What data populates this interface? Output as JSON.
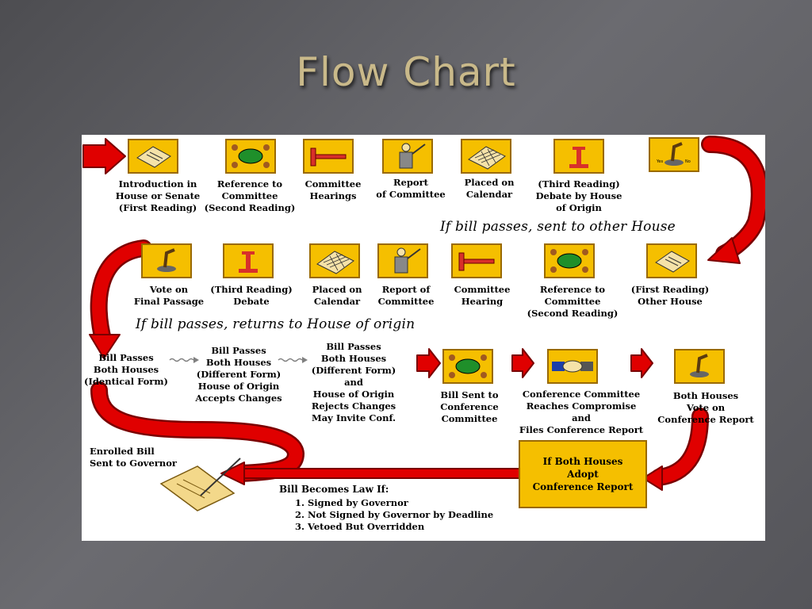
{
  "slide": {
    "title": "Flow Chart"
  },
  "row1": {
    "steps": [
      {
        "lines": [
          "Introduction in",
          "House or Senate",
          "(First Reading)"
        ],
        "icon": "document-icon"
      },
      {
        "lines": [
          "Reference to",
          "Committee",
          "(Second Reading)"
        ],
        "icon": "meeting-table-icon"
      },
      {
        "lines": [
          "Committee",
          "Hearings"
        ],
        "icon": "gavel-icon"
      },
      {
        "lines": [
          "Report",
          "of Committee"
        ],
        "icon": "presenter-icon"
      },
      {
        "lines": [
          "Placed on",
          "Calendar"
        ],
        "icon": "calendar-icon"
      },
      {
        "lines": [
          "(Third Reading)",
          "Debate by House",
          "of Origin"
        ],
        "icon": "podium-icon"
      },
      {
        "lines": [],
        "icon": "vote-button-icon"
      }
    ],
    "transition": "If bill passes, sent to other House"
  },
  "row2": {
    "steps": [
      {
        "lines": [
          "Vote on",
          "Final Passage"
        ],
        "icon": "vote-button-icon"
      },
      {
        "lines": [
          "(Third Reading)",
          "Debate"
        ],
        "icon": "podium-icon"
      },
      {
        "lines": [
          "Placed on",
          "Calendar"
        ],
        "icon": "calendar-icon"
      },
      {
        "lines": [
          "Report of",
          "Committee"
        ],
        "icon": "presenter-icon"
      },
      {
        "lines": [
          "Committee",
          "Hearing"
        ],
        "icon": "gavel-icon"
      },
      {
        "lines": [
          "Reference to",
          "Committee",
          "(Second Reading)"
        ],
        "icon": "meeting-table-icon"
      },
      {
        "lines": [
          "(First Reading)",
          "Other House"
        ],
        "icon": "document-icon"
      }
    ],
    "transition": "If bill passes, returns to House of origin"
  },
  "row3": {
    "identical": [
      "Bill Passes",
      "Both Houses",
      "(Identical Form)"
    ],
    "accepts": [
      "Bill Passes",
      "Both Houses",
      "(Different Form)",
      "House of Origin",
      "Accepts Changes"
    ],
    "rejects": [
      "Bill Passes",
      "Both Houses",
      "(Different Form)",
      "and",
      "House of Origin",
      "Rejects Changes",
      "May Invite Conf."
    ],
    "conference": [
      "Bill Sent to",
      "Conference",
      "Committee"
    ],
    "compromise": [
      "Conference Committee",
      "Reaches Compromise",
      "and",
      "Files Conference Report"
    ],
    "vote_report": [
      "Both Houses",
      "Vote on",
      "Conference Report"
    ]
  },
  "row4": {
    "enrolled": [
      "Enrolled Bill",
      "Sent to Governor"
    ],
    "adopt": [
      "If Both Houses",
      "Adopt",
      "Conference Report"
    ],
    "law_head": "Bill Becomes Law If:",
    "law_items": [
      "Signed by Governor",
      "Not Signed by Governor by Deadline",
      "Vetoed But Overridden"
    ]
  },
  "colors": {
    "box": "#f5bf00",
    "arrow": "#e00000",
    "arrow_outline": "#7a0000"
  }
}
